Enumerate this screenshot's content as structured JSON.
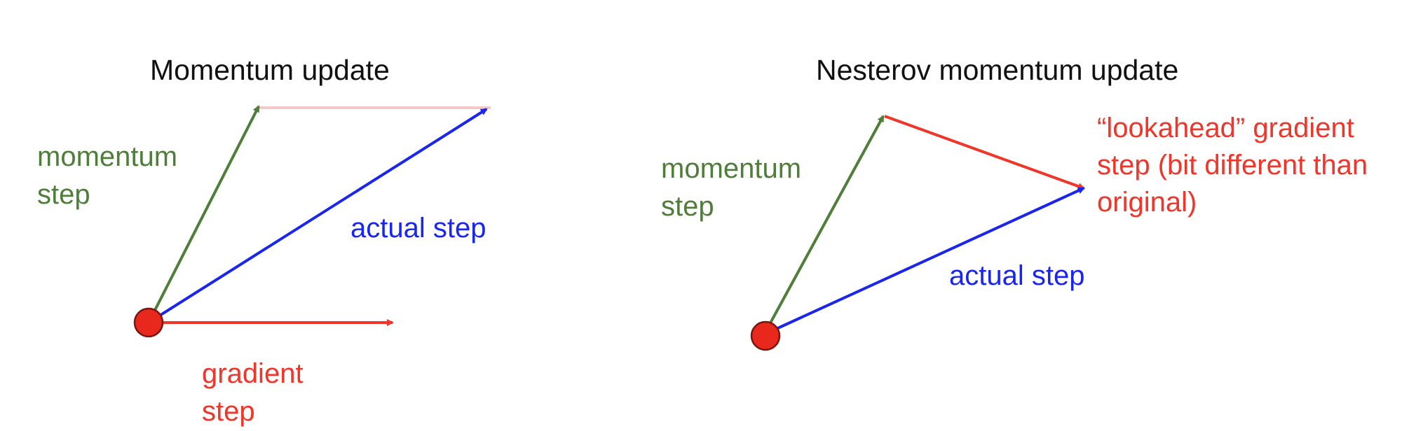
{
  "colors": {
    "momentum": "#4f7d3a",
    "actual": "#1a26f0",
    "gradient": "#f0352a",
    "point_fill": "#e8281c",
    "point_stroke": "#7a1510",
    "faint_guide": "#f4c8c8"
  },
  "left_panel": {
    "title": "Momentum update",
    "momentum_label_line1": "momentum",
    "momentum_label_line2": "step",
    "actual_label": "actual step",
    "gradient_label_line1": "gradient",
    "gradient_label_line2": "step"
  },
  "right_panel": {
    "title": "Nesterov momentum update",
    "momentum_label_line1": "momentum",
    "momentum_label_line2": "step",
    "actual_label": "actual step",
    "lookahead_label_line1": "“lookahead” gradient",
    "lookahead_label_line2": "step (bit different than",
    "lookahead_label_line3": "original)"
  }
}
